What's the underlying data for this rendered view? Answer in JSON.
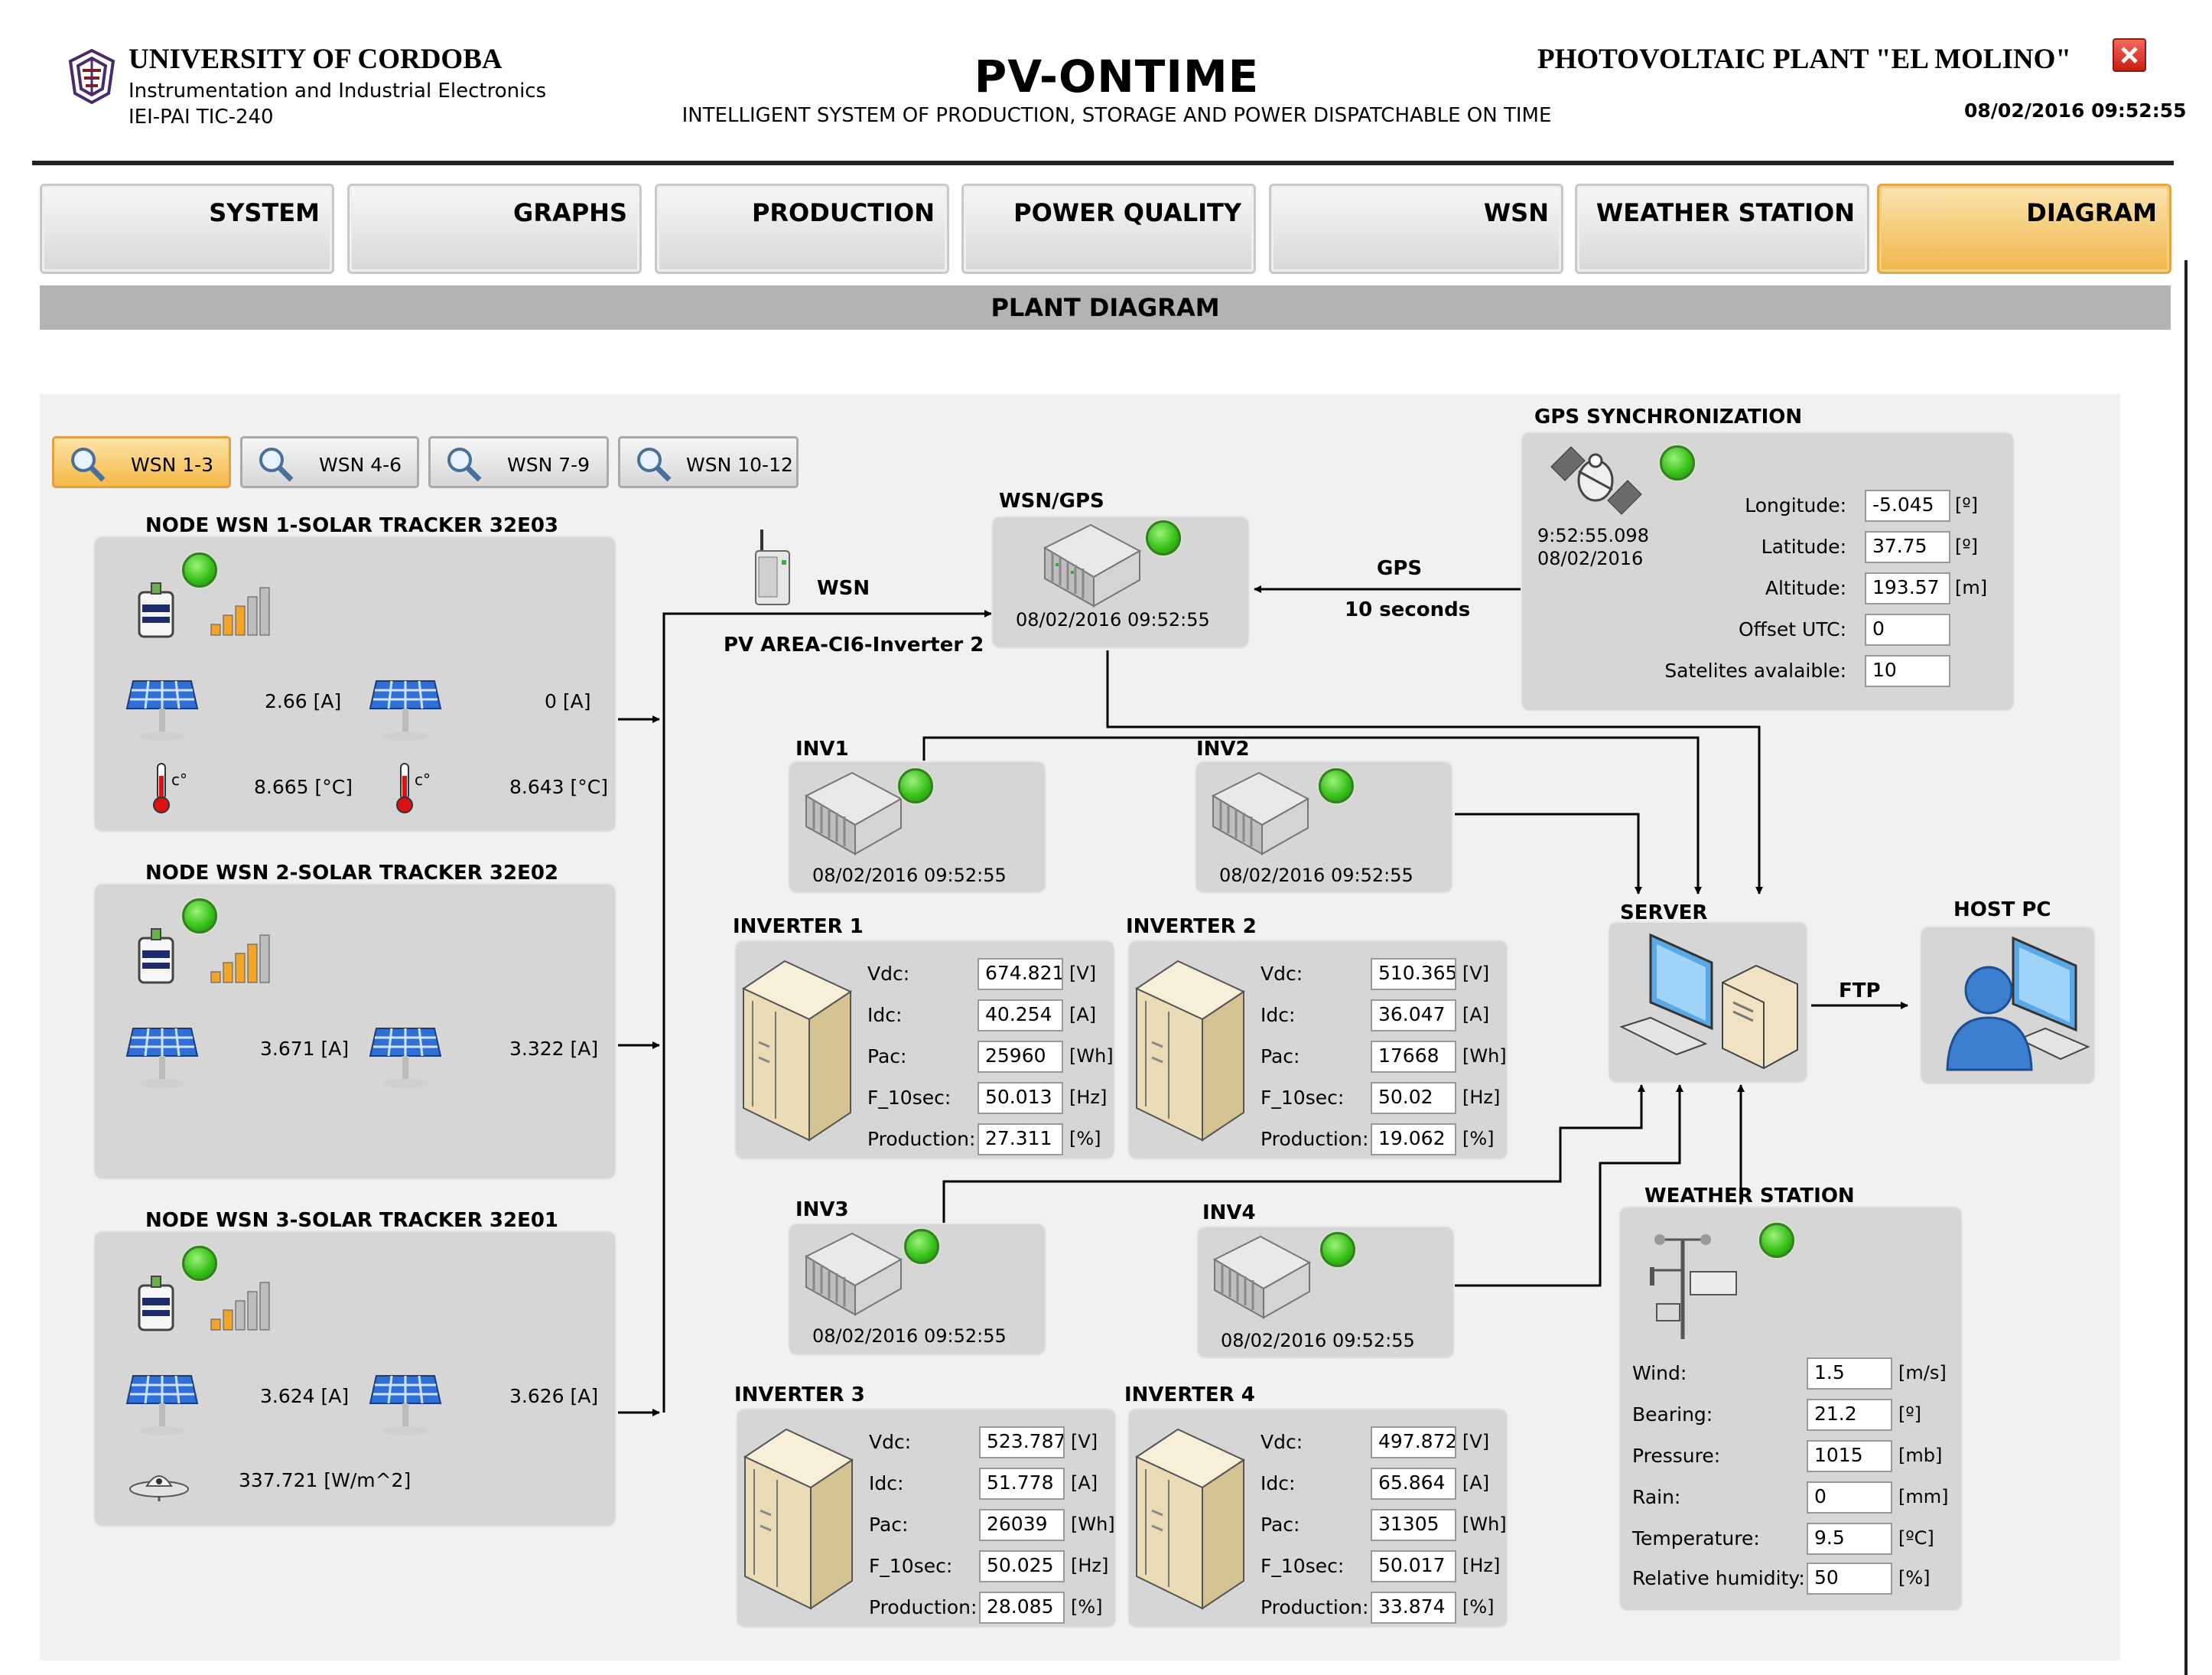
{
  "header": {
    "university": "UNIVERSITY OF CORDOBA",
    "dept": "Instrumentation and Industrial Electronics",
    "group": "IEI-PAI TIC-240",
    "app_title": "PV-ONTIME",
    "app_subtitle": "INTELLIGENT SYSTEM OF PRODUCTION, STORAGE AND POWER DISPATCHABLE ON TIME",
    "plant": "PHOTOVOLTAIC PLANT \"EL MOLINO\"",
    "datetime": "08/02/2016 09:52:55"
  },
  "tabs": [
    "SYSTEM",
    "GRAPHS",
    "PRODUCTION",
    "POWER QUALITY",
    "WSN",
    "WEATHER STATION",
    "DIAGRAM"
  ],
  "active_tab": "DIAGRAM",
  "section_title": "PLANT DIAGRAM",
  "wsn_buttons": [
    "WSN 1-3",
    "WSN 4-6",
    "WSN 7-9",
    "WSN 10-12"
  ],
  "nodes": [
    {
      "title": "NODE WSN 1-SOLAR TRACKER 32E03",
      "i1": "2.66",
      "i1_unit": "[A]",
      "i2": "0",
      "i2_unit": "[A]",
      "t1": "8.665",
      "t1_unit": "[°C]",
      "t2": "8.643",
      "t2_unit": "[°C]"
    },
    {
      "title": "NODE WSN 2-SOLAR TRACKER 32E02",
      "i1": "3.671",
      "i1_unit": "[A]",
      "i2": "3.322",
      "i2_unit": "[A]"
    },
    {
      "title": "NODE WSN 3-SOLAR TRACKER 32E01",
      "i1": "3.624",
      "i1_unit": "[A]",
      "i2": "3.626",
      "i2_unit": "[A]",
      "irr": "337.721",
      "irr_unit": "[W/m^2]"
    }
  ],
  "wsn_device": {
    "label": "WSN",
    "sublabel": "PV AREA-CI6-Inverter 2"
  },
  "wsn_gps": {
    "title": "WSN/GPS",
    "timestamp": "08/02/2016 09:52:55"
  },
  "gps_link": {
    "label": "GPS",
    "interval": "10 seconds"
  },
  "gps": {
    "title": "GPS SYNCHRONIZATION",
    "time": "9:52:55.098",
    "date": "08/02/2016",
    "fields": [
      {
        "label": "Longitude:",
        "value": "-5.045",
        "unit": "[º]"
      },
      {
        "label": "Latitude:",
        "value": "37.75",
        "unit": "[º]"
      },
      {
        "label": "Altitude:",
        "value": "193.57",
        "unit": "[m]"
      },
      {
        "label": "Offset UTC:",
        "value": "0",
        "unit": ""
      },
      {
        "label": "Satelites avalaible:",
        "value": "10",
        "unit": ""
      }
    ]
  },
  "inv_units": [
    {
      "title": "INV1",
      "timestamp": "08/02/2016 09:52:55"
    },
    {
      "title": "INV2",
      "timestamp": "08/02/2016 09:52:55"
    },
    {
      "title": "INV3",
      "timestamp": "08/02/2016 09:52:55"
    },
    {
      "title": "INV4",
      "timestamp": "08/02/2016 09:52:55"
    }
  ],
  "inverter_labels": [
    "Vdc:",
    "Idc:",
    "Pac:",
    "F_10sec:",
    "Production:"
  ],
  "inverter_units": [
    "[V]",
    "[A]",
    "[Wh]",
    "[Hz]",
    "[%]"
  ],
  "inverters": [
    {
      "title": "INVERTER 1",
      "values": [
        "674.821",
        "40.254",
        "25960",
        "50.013",
        "27.311"
      ]
    },
    {
      "title": "INVERTER 2",
      "values": [
        "510.365",
        "36.047",
        "17668",
        "50.02",
        "19.062"
      ]
    },
    {
      "title": "INVERTER 3",
      "values": [
        "523.787",
        "51.778",
        "26039",
        "50.025",
        "28.085"
      ]
    },
    {
      "title": "INVERTER 4",
      "values": [
        "497.872",
        "65.864",
        "31305",
        "50.017",
        "33.874"
      ]
    }
  ],
  "server": {
    "title": "SERVER"
  },
  "ftp": {
    "label": "FTP"
  },
  "host": {
    "title": "HOST PC"
  },
  "weather": {
    "title": "WEATHER STATION",
    "fields": [
      {
        "label": "Wind:",
        "value": "1.5",
        "unit": "[m/s]"
      },
      {
        "label": "Bearing:",
        "value": "21.2",
        "unit": "[º]"
      },
      {
        "label": "Pressure:",
        "value": "1015",
        "unit": "[mb]"
      },
      {
        "label": "Rain:",
        "value": "0",
        "unit": "[mm]"
      },
      {
        "label": "Temperature:",
        "value": "9.5",
        "unit": "[ºC]"
      },
      {
        "label": "Relative humidity:",
        "value": "50",
        "unit": "[%]"
      }
    ]
  },
  "colors": {
    "accent": "#f1b64c",
    "led": "#39c21a",
    "panel": "#d6d6d6",
    "close": "#d9281c"
  }
}
